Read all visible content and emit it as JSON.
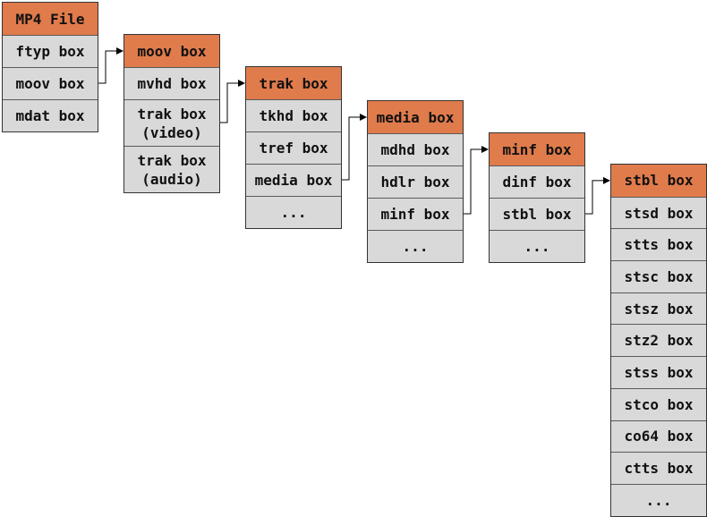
{
  "colors": {
    "header": "#e07b4c",
    "item": "#d9d9d9",
    "border": "#333333",
    "arrow": "#000000"
  },
  "stacks": [
    {
      "id": "mp4-file",
      "header": "MP4 File",
      "items": [
        "ftyp box",
        "moov box",
        "mdat box"
      ]
    },
    {
      "id": "moov",
      "header": "moov box",
      "items": [
        "mvhd box",
        "trak box\n(video)",
        "trak box\n(audio)"
      ]
    },
    {
      "id": "trak",
      "header": "trak box",
      "items": [
        "tkhd box",
        "tref box",
        "media box",
        "..."
      ]
    },
    {
      "id": "media",
      "header": "media box",
      "items": [
        "mdhd box",
        "hdlr box",
        "minf box",
        "..."
      ]
    },
    {
      "id": "minf",
      "header": "minf box",
      "items": [
        "dinf box",
        "stbl box",
        "..."
      ]
    },
    {
      "id": "stbl",
      "header": "stbl box",
      "items": [
        "stsd box",
        "stts box",
        "stsc box",
        "stsz box",
        "stz2 box",
        "stss box",
        "stco box",
        "co64 box",
        "ctts box",
        "..."
      ]
    }
  ],
  "links": [
    {
      "from": "mp4-file",
      "item": 1,
      "to": "moov"
    },
    {
      "from": "moov",
      "item": 1,
      "to": "trak"
    },
    {
      "from": "trak",
      "item": 2,
      "to": "media"
    },
    {
      "from": "media",
      "item": 2,
      "to": "minf"
    },
    {
      "from": "minf",
      "item": 1,
      "to": "stbl"
    }
  ]
}
